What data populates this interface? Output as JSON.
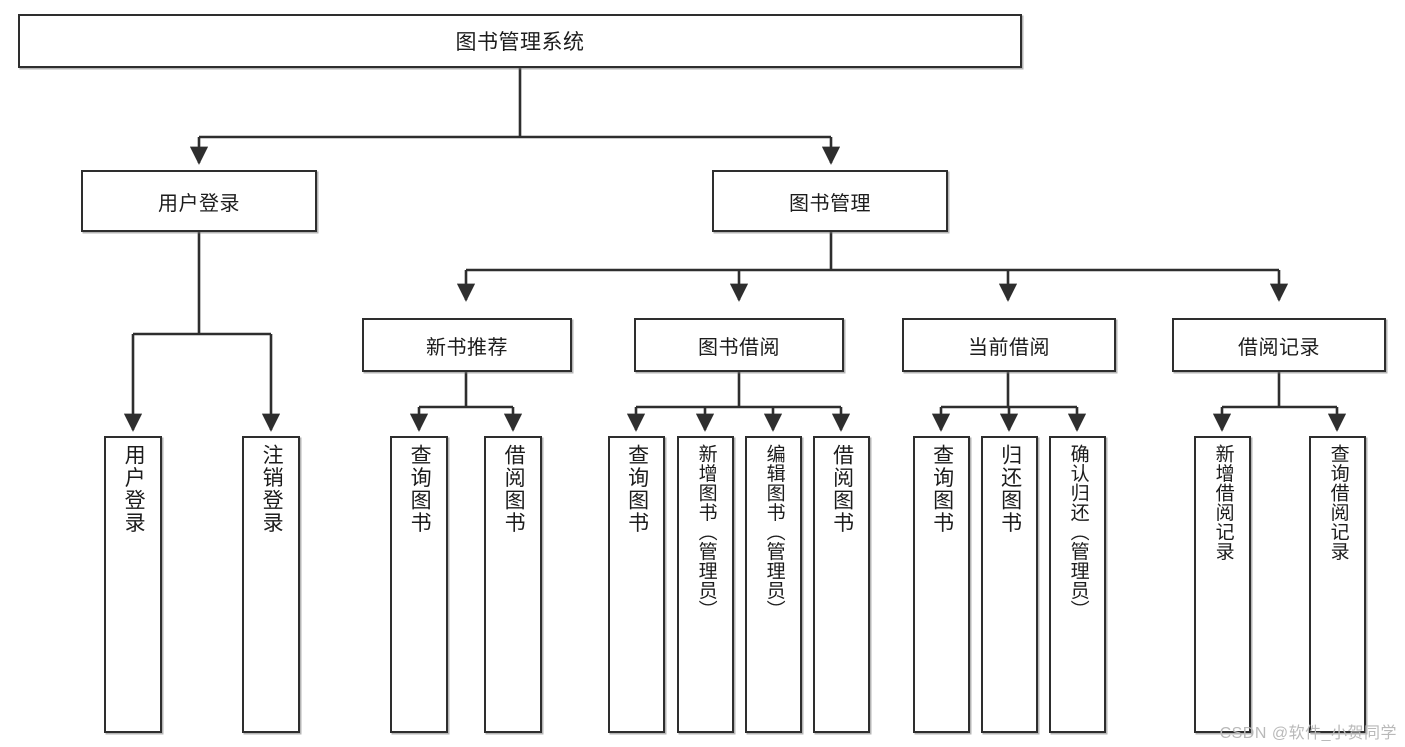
{
  "diagram": {
    "type": "tree",
    "title": "图书管理系统",
    "root": {
      "label": "图书管理系统"
    },
    "level2": [
      {
        "label": "用户登录"
      },
      {
        "label": "图书管理"
      }
    ],
    "level3": [
      {
        "label": "新书推荐"
      },
      {
        "label": "图书借阅"
      },
      {
        "label": "当前借阅"
      },
      {
        "label": "借阅记录"
      }
    ],
    "leaves": {
      "user_login": [
        {
          "label": "用户登录"
        },
        {
          "label": "注销登录"
        }
      ],
      "new_book_recommend": [
        {
          "label": "查询图书"
        },
        {
          "label": "借阅图书"
        }
      ],
      "book_borrow": [
        {
          "label": "查询图书"
        },
        {
          "label": "新增图书（管理员）"
        },
        {
          "label": "编辑图书（管理员）"
        },
        {
          "label": "借阅图书"
        }
      ],
      "current_borrow": [
        {
          "label": "查询图书"
        },
        {
          "label": "归还图书"
        },
        {
          "label": "确认归还（管理员）"
        }
      ],
      "borrow_record": [
        {
          "label": "新增借阅记录"
        },
        {
          "label": "查询借阅记录"
        }
      ]
    }
  },
  "watermark": {
    "text": "CSDN @软件_小贺同学"
  },
  "colors": {
    "stroke": "#2e2e2e",
    "box_fill": "#ffffff",
    "text": "#1c1c1c",
    "watermark": "#b9b9b9"
  }
}
